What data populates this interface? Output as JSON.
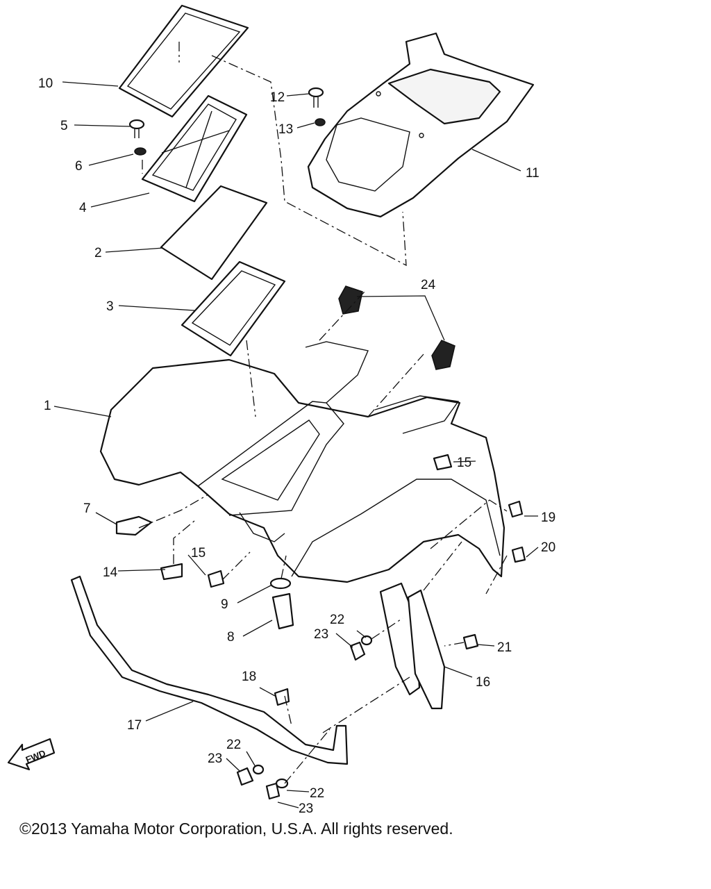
{
  "diagram": {
    "callouts": {
      "c1": "1",
      "c2": "2",
      "c3": "3",
      "c4": "4",
      "c5": "5",
      "c6": "6",
      "c7": "7",
      "c8": "8",
      "c9": "9",
      "c10": "10",
      "c11": "11",
      "c12": "12",
      "c13": "13",
      "c14": "14",
      "c15a": "15",
      "c15b": "15",
      "c16": "16",
      "c17": "17",
      "c18": "18",
      "c19": "19",
      "c20": "20",
      "c21": "21",
      "c22a": "22",
      "c22b": "22",
      "c22c": "22",
      "c23a": "23",
      "c23b": "23",
      "c23c": "23",
      "c24": "24"
    },
    "direction_marker": "FWD"
  },
  "footer": {
    "copyright": "©2013 Yamaha Motor Corporation, U.S.A. All rights reserved."
  }
}
